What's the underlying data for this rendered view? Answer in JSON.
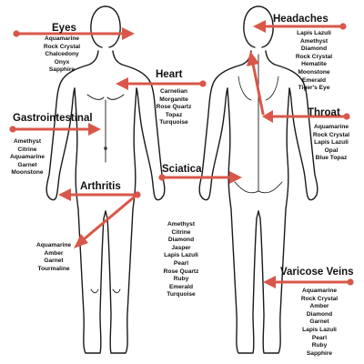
{
  "colors": {
    "arrow": "#d9574a",
    "outline": "#1a1a1a",
    "text": "#111111",
    "background": "#ffffff"
  },
  "labels": [
    {
      "key": "eyes",
      "title": "Eyes",
      "stones": [
        "Aquamarine",
        "Rock Crystal",
        "Chalcedony",
        "Onyx",
        "Sapphire"
      ]
    },
    {
      "key": "headaches",
      "title": "Headaches",
      "stones": [
        "Lapis Lazuli",
        "Amethyst",
        "Diamond",
        "Rock Crystal",
        "Hematite",
        "Moonstone",
        "Emerald",
        "Tiger's Eye"
      ]
    },
    {
      "key": "heart",
      "title": "Heart",
      "stones": [
        "Carnelian",
        "Morganite",
        "Rose Quartz",
        "Topaz",
        "Turquoise"
      ]
    },
    {
      "key": "gastrointestinal",
      "title": "Gastrointestinal",
      "stones": [
        "Amethyst",
        "Citrine",
        "Aquamarine",
        "Garnet",
        "Moonstone"
      ]
    },
    {
      "key": "throat",
      "title": "Throat",
      "stones": [
        "Aquamarine",
        "Rock Crystal",
        "Lapis Lazuli",
        "Opal",
        "Blue Topaz"
      ]
    },
    {
      "key": "arthritis",
      "title": "Arthritis",
      "stones": [
        "Aquamarine",
        "Amber",
        "Garnet",
        "Tourmaline"
      ]
    },
    {
      "key": "sciatica",
      "title": "Sciatica",
      "stones": [
        "Amethyst",
        "Citrine",
        "Diamond",
        "Jasper",
        "Lapis Lazuli",
        "Pearl",
        "Rose Quartz",
        "Ruby",
        "Emerald",
        "Turquoise"
      ]
    },
    {
      "key": "varicose",
      "title": "Varicose Veins",
      "stones": [
        "Aquamarine",
        "Rock Crystal",
        "Amber",
        "Diamond",
        "Garnet",
        "Lapis Lazuli",
        "Pearl",
        "Ruby",
        "Sapphire"
      ]
    }
  ]
}
